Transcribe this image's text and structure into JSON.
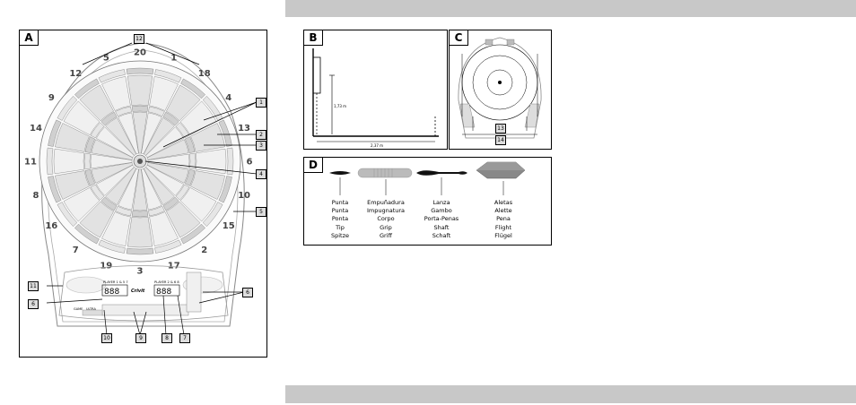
{
  "panels": {
    "A": "A",
    "B": "B",
    "C": "C",
    "D": "D"
  },
  "board_numbers": [
    "20",
    "1",
    "18",
    "4",
    "13",
    "6",
    "10",
    "15",
    "2",
    "17",
    "3",
    "19",
    "7",
    "16",
    "8",
    "11",
    "14",
    "9",
    "12",
    "5"
  ],
  "callouts_A": {
    "c12": "12",
    "c1": "1",
    "c2": "2",
    "c3": "3",
    "c4": "4",
    "c5": "5",
    "c11": "11",
    "c6": "6",
    "c6b": "6",
    "c10": "10",
    "c9": "9",
    "c8": "8",
    "c7": "7"
  },
  "display": {
    "player1": "PLAYER 1 & 5 7",
    "player2": "PLAYER 2 & 6 8",
    "digits_left": "888",
    "digits_right": "888",
    "brand": "Crivit",
    "label_game": "GAME",
    "label_ultra": "ULTRA"
  },
  "figure_B": {
    "height_label": "1,73 m",
    "distance_label": "2,37 m"
  },
  "figure_C": {
    "callout_13": "13",
    "callout_14": "14"
  },
  "parts_D": [
    {
      "names": [
        "Punta",
        "Punta",
        "Ponta",
        "Tip",
        "Spitze"
      ]
    },
    {
      "names": [
        "Empuñadura",
        "Impugnatura",
        "Corpo",
        "Grip",
        "Griff"
      ]
    },
    {
      "names": [
        "Lanza",
        "Gambo",
        "Porta-Penas",
        "Shaft",
        "Schaft"
      ]
    },
    {
      "names": [
        "Aletas",
        "Alette",
        "Pena",
        "Flight",
        "Flügel"
      ]
    }
  ]
}
